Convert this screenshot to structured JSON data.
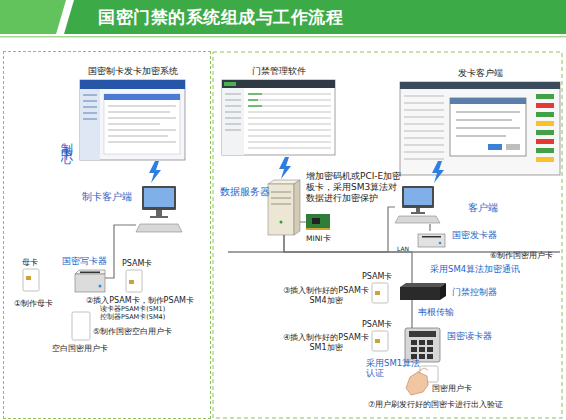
{
  "diagram": {
    "title": "国密门禁的系统组成与工作流程",
    "nodes": [
      {
        "text": [
          "制卡中心"
        ]
      },
      {
        "text": [
          "国密制卡发卡加密系统"
        ],
        "in": 0
      },
      {
        "text": [
          "制卡客户端"
        ],
        "in": 0
      },
      {
        "text": [
          "国密写卡器"
        ],
        "in": 0
      },
      {
        "text": [
          "母卡"
        ],
        "in": 0
      },
      {
        "text": [
          "PSAM卡"
        ],
        "in": 0
      },
      {
        "text": [
          "空白国密用户卡"
        ],
        "in": 0
      },
      {
        "text": [
          "门禁管理软件"
        ]
      },
      {
        "text": [
          "发卡客户端"
        ]
      },
      {
        "text": [
          "数据服务器"
        ]
      },
      {
        "text": [
          "MINI卡"
        ]
      },
      {
        "text": [
          "客户端"
        ]
      },
      {
        "text": [
          "国密发卡器"
        ]
      },
      {
        "text": [
          "门禁控制器"
        ]
      },
      {
        "text": [
          "PSAM卡"
        ]
      },
      {
        "text": [
          "国密读卡器"
        ]
      },
      {
        "text": [
          "PSAM卡"
        ]
      },
      {
        "text": [
          "国密用户卡"
        ]
      }
    ],
    "edges": [
      {
        "from": 2,
        "to": 3,
        "arrow": "none"
      },
      {
        "from": 9,
        "to": 11,
        "label": "LAN",
        "arrow": "none"
      },
      {
        "from": 9,
        "to": 13,
        "arrow": "none"
      },
      {
        "from": 11,
        "to": 12,
        "arrow": "none"
      },
      {
        "from": 13,
        "to": 15,
        "label": "韦根传输",
        "arrow": "none"
      },
      {
        "from": 9,
        "to": 10,
        "arrow": "none"
      }
    ],
    "labels": [
      "①制作母卡",
      "②插入PSAM卡，制作PSAM卡",
      "读卡器PSAM卡(SM1)",
      "控制器PSAM卡(SM4)",
      "⑤制作国密空白用户卡",
      "增加密码机或PCI-E加密板卡，采用SM3算法对数据进行加密保护",
      "⑥制作国密用户卡",
      "采用SM4算法加密通讯",
      "③插入制作好的PSAM卡 SM4加密",
      "④插入制作好的PSAM卡 SM1加密",
      "采用SM1算法认证",
      "⑦用户刷发行好的国密卡进行出入验证"
    ]
  }
}
